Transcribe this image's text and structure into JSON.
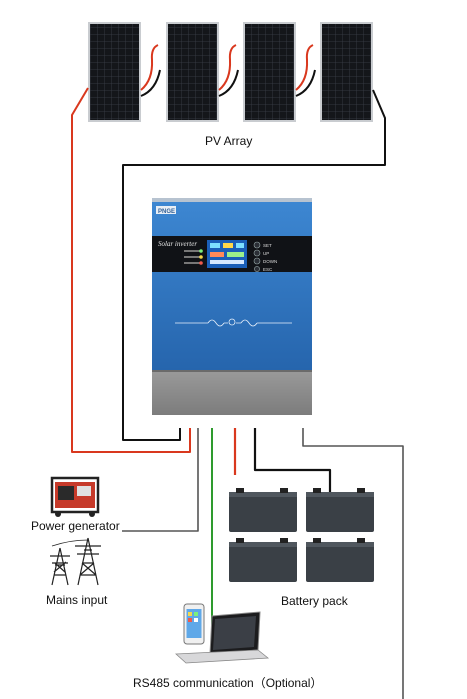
{
  "labels": {
    "pv_array": "PV Array",
    "power_generator": "Power generator",
    "mains_input": "Mains input",
    "battery_pack": "Battery pack",
    "rs485": "RS485 communication（Optional）"
  },
  "inverter": {
    "brand": "PNGE",
    "screen_title": "Solar inverter",
    "buttons": [
      "SET",
      "UP",
      "DOWN",
      "ESC"
    ]
  },
  "colors": {
    "wire_red": "#d9381e",
    "wire_black": "#111111",
    "wire_gray": "#555555",
    "wire_green": "#2e9b2e",
    "inverter_blue": "#2f78c4",
    "inverter_base": "#8a8a8a",
    "battery": "#3a4046"
  }
}
